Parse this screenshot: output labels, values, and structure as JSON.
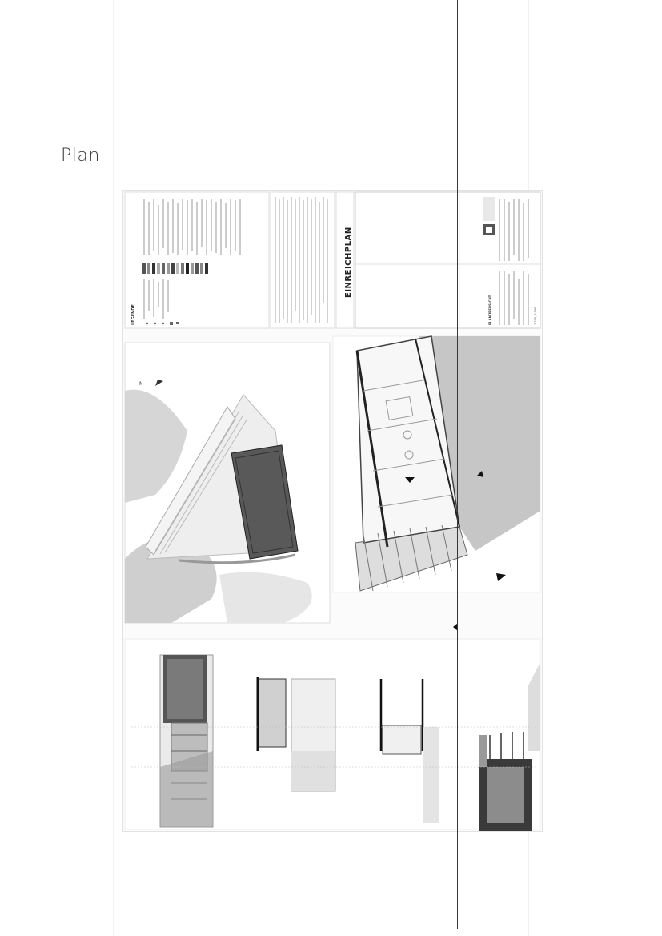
{
  "page": {
    "heading": "Plan"
  },
  "plan": {
    "title": "EINREICHPLAN",
    "legend_heading": "LEGENDE",
    "north_symbol": "N",
    "planinhalt_heading": "PLANÜBERSICHT",
    "massstab": "1:200, 1:100",
    "icons": [
      "north-arrow-icon",
      "company-logo-icon"
    ]
  }
}
